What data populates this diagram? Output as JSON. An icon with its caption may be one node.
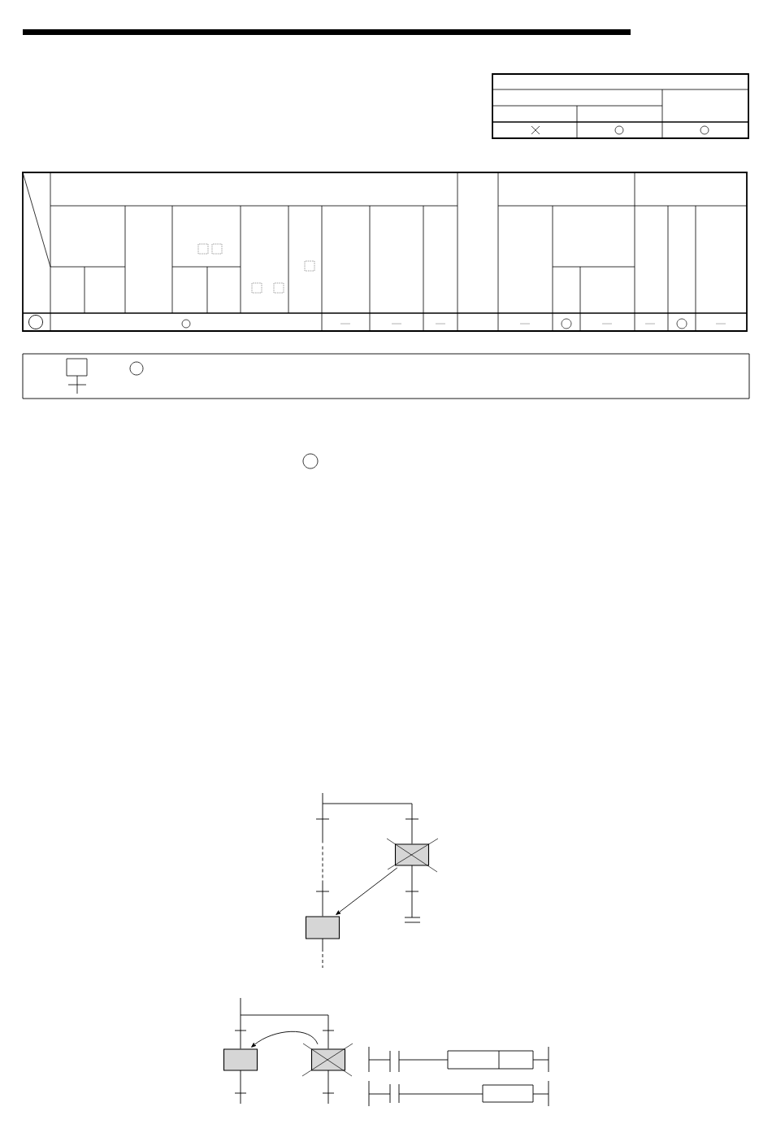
{
  "diagram": {
    "nodes": [
      {
        "text": [],
        "shape": "box"
      },
      {
        "text": [],
        "shape": "box"
      },
      {
        "text": [],
        "shape": "box"
      },
      {
        "text": [],
        "shape": "box"
      }
    ],
    "edges": [
      {
        "from": 1,
        "to": 0,
        "arrow": "none",
        "style": "dashed"
      },
      {
        "from": 0,
        "to": 1,
        "arrow": "to"
      },
      {
        "from": 2,
        "to": 3,
        "arrow": "none"
      },
      {
        "from": 3,
        "to": 2,
        "arrow": "to"
      }
    ]
  }
}
